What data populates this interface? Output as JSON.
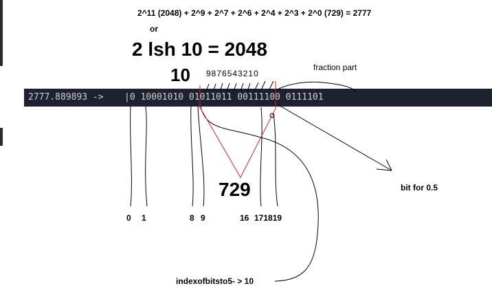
{
  "equation_top": "2^11 (2048) + 2^9 + 2^7 + 2^6 + 2^4 + 2^3 + 2^0 (729) = 2777",
  "or_label": "or",
  "lsh_equation": "2 lsh 10 = 2048",
  "ten_label": "10",
  "bit_index_digits": "9876543210",
  "fraction_label": "fraction part",
  "terminal": {
    "value_prompt": "2777.889893  ->",
    "binary": "|0 10001010 01011011 00111100 0111101"
  },
  "sum_label": "729",
  "bit_half_label": "bit for 0.5",
  "bit_positions": [
    "0",
    "1",
    "8",
    "9",
    "16",
    "171819"
  ],
  "index_note": "indexofbitsto5- > 10",
  "colors": {
    "terminal_bg": "#1e2230",
    "terminal_text": "#c9d1d9",
    "annotation_red": "#e02020",
    "ink": "#000000"
  }
}
